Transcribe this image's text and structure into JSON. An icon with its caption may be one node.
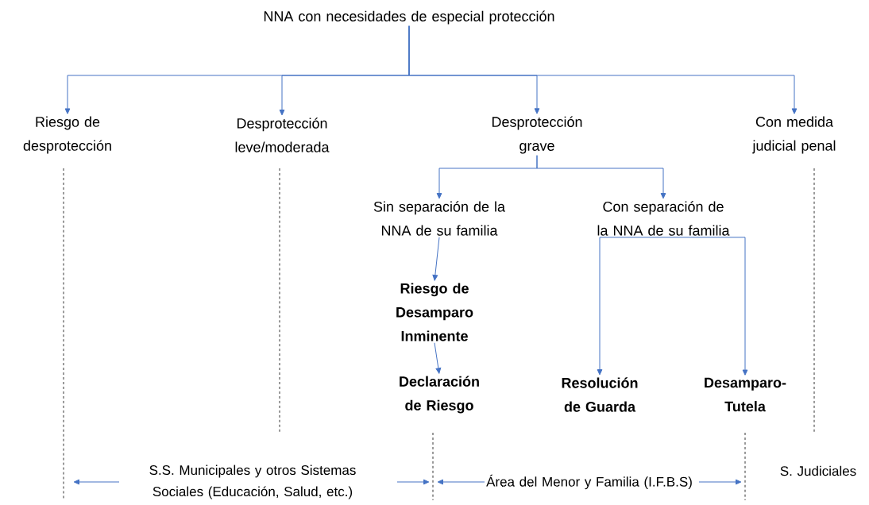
{
  "diagram": {
    "nodes": [
      {
        "text": [
          "NNA con necesidades de especial protección"
        ]
      },
      {
        "text": [
          "Riesgo de desprotección"
        ]
      },
      {
        "text": [
          "Desprotección leve/moderada"
        ]
      },
      {
        "text": [
          "Desprotección grave"
        ]
      },
      {
        "text": [
          "Con medida judicial penal"
        ]
      },
      {
        "text": [
          "Sin separación de la NNA de su familia"
        ]
      },
      {
        "text": [
          "Con separación de la NNA de su familia"
        ]
      },
      {
        "text": [
          "Riesgo de Desamparo Inminente"
        ]
      },
      {
        "text": [
          "Declaración de Riesgo"
        ]
      },
      {
        "text": [
          "Resolución de Guarda"
        ]
      },
      {
        "text": [
          "Desamparo-Tutela"
        ]
      }
    ],
    "edges": [
      {
        "from": 0,
        "to": 1,
        "arrow": "to"
      },
      {
        "from": 0,
        "to": 2,
        "arrow": "to"
      },
      {
        "from": 0,
        "to": 3,
        "arrow": "to"
      },
      {
        "from": 0,
        "to": 4,
        "arrow": "to"
      },
      {
        "from": 3,
        "to": 5,
        "arrow": "to"
      },
      {
        "from": 3,
        "to": 6,
        "arrow": "to"
      },
      {
        "from": 5,
        "to": 7,
        "arrow": "to"
      },
      {
        "from": 7,
        "to": 8,
        "arrow": "to"
      },
      {
        "from": 6,
        "to": 9,
        "arrow": "to"
      },
      {
        "from": 6,
        "to": 10,
        "arrow": "to"
      }
    ],
    "labels": [
      "S.S. Municipales y otros Sistemas Sociales (Educación, Salud, etc.)",
      "Área del Menor y Familia (I.F.B.S)",
      "S. Judiciales"
    ]
  }
}
